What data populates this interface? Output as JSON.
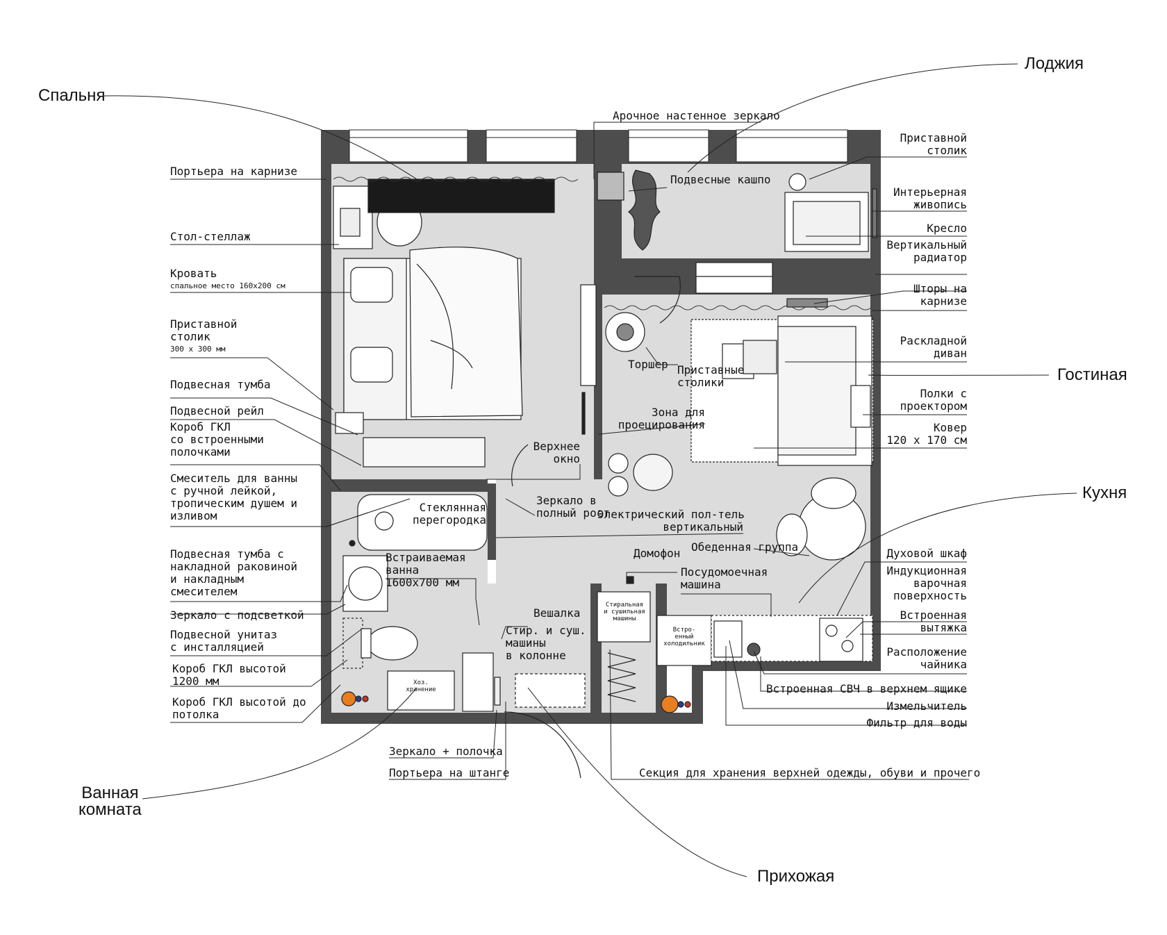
{
  "rooms": {
    "bedroom": "Спальня",
    "loggia": "Лоджия",
    "living": "Гостиная",
    "kitchen": "Кухня",
    "bathroom": "Ванная\nкомната",
    "hallway": "Прихожая"
  },
  "left_labels": {
    "curtain_cornice": "Портьера на карнизе",
    "desk_shelf": "Стол-стеллаж",
    "bed": "Кровать",
    "bed_size": "спальное место 160х200 см",
    "side_table": "Приставной\nстолик",
    "side_table_size": "300 х 300 мм",
    "hanging_nightstand": "Подвесная тумба",
    "hanging_rail": "Подвесной рейл",
    "gkl_box_shelves": "Короб ГКЛ\nсо встроенными\nполочками",
    "bath_mixer": "Смеситель для ванны\nс ручной лейкой,\nтропическим душем и\nизливом",
    "vanity": "Подвесная тумба с\nнакладной раковиной\nи накладным\nсмесителем",
    "lit_mirror": "Зеркало с подсветкой",
    "wall_toilet": "Подвесной унитаз\nс инсталляцией",
    "gkl_box_1200": "Короб ГКЛ высотой\n1200 мм",
    "gkl_box_ceiling": "Короб ГКЛ высотой до\nпотолка"
  },
  "right_labels": {
    "side_table": "Приставной\nстолик",
    "painting": "Интерьерная\nживопись",
    "armchair": "Кресло",
    "vertical_radiator": "Вертикальный\nрадиатор",
    "curtains_cornice": "Шторы на\nкарнизе",
    "sofa_bed": "Раскладной\nдиван",
    "projector_shelves": "Полки с\nпроектором",
    "carpet": "Ковер\n120 х 170 см",
    "oven": "Духовой шкаф",
    "induction_hob": "Индукционная\nварочная\nповерхность",
    "hood": "Встроенная\nвытяжка",
    "kettle": "Расположение\nчайника",
    "microwave": "Встроенная СВЧ в верхнем ящике",
    "shredder": "Измельчитель",
    "water_filter": "Фильтр для воды"
  },
  "bottom_labels": {
    "mirror_shelf": "Зеркало + полочка",
    "curtain_rod": "Портьера на штанге",
    "storage_section": "Секция для хранения верхней одежды, обуви и прочего"
  },
  "inner_labels": {
    "arched_mirror": "Арочное настенное зеркало",
    "hanging_planters": "Подвесные кашпо",
    "floor_lamp": "Торшер",
    "side_tables": "Приставные\nстолики",
    "projection_zone": "Зона для\nпроецирования",
    "top_window": "Верхнее\nокно",
    "glass_partition": "Стеклянная\nперегородка",
    "full_mirror": "Зеркало в\nполный рост",
    "electric_towel": "Электрический пол-тель\nвертикальный",
    "dining_group": "Обеденная группа",
    "intercom": "Домофон",
    "dishwasher": "Посудомоечная\nмашина",
    "built_in_bath": "Встраиваемая\nванна\n1600х700 мм",
    "hanger": "Вешалка",
    "washer_column": "Стир. и суш.\nмашины\nв колонне",
    "washer_dryer": "Стиральная\nи сушильная\nмашины",
    "fridge": "Встро-\nенный\nхолодильник",
    "utility_storage": "Хоз.\nхранение"
  }
}
